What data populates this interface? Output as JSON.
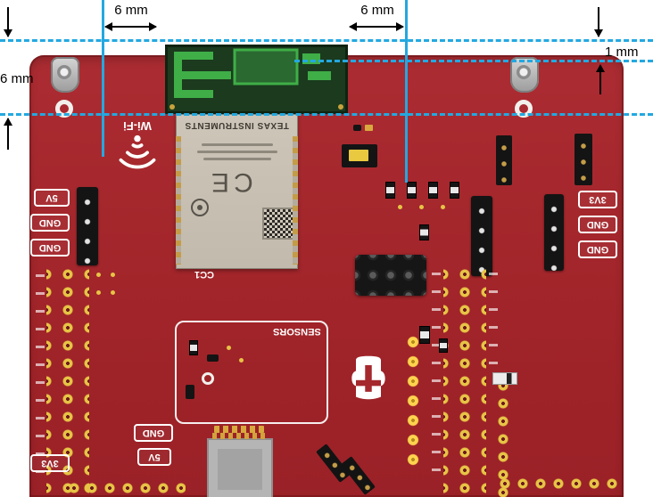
{
  "annotations": {
    "top_left_dim": "6 mm",
    "top_right_dim": "6 mm",
    "left_dim": "6 mm",
    "right_dim": "1 mm"
  },
  "colors": {
    "guide_cyan": "#23a8e0",
    "board_red": "#a5282d",
    "antenna_green": "#1b3a1e",
    "trace_green": "#3fae47",
    "module_silver": "#c7bfb2",
    "pad_gold": "#e7c445"
  },
  "module": {
    "brand": "TEXAS INSTRUMENTS",
    "ce_mark": "CE"
  },
  "silkscreen": {
    "wifi": "Wi-Fi",
    "sensors": "SENSORS",
    "module_designator": "CC1"
  },
  "pin_labels": {
    "left": [
      "5V",
      "GND",
      "GND"
    ],
    "right": [
      "3V3",
      "GND",
      "GND"
    ],
    "bottom_left": [
      "GND",
      "5V"
    ],
    "bottom_edge": "3V3"
  }
}
